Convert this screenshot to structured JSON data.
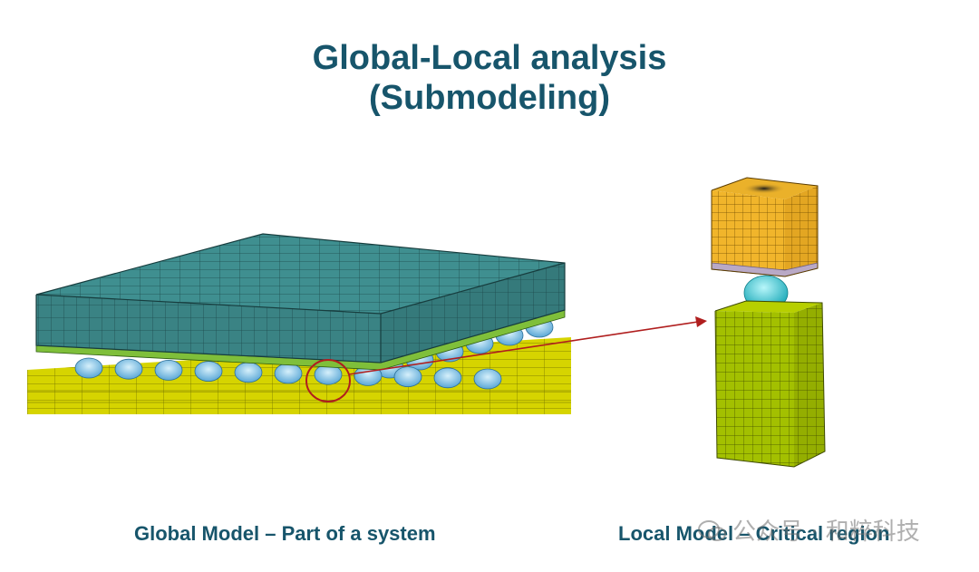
{
  "title": {
    "line1": "Global-Local analysis",
    "line2": "(Submodeling)"
  },
  "captions": {
    "global": "Global Model – Part of a system",
    "local": "Local Model – Critical region"
  },
  "watermark": {
    "text": "公众号 · 和粹科技",
    "icon": "wechat-icon"
  },
  "colors": {
    "title": "#17556b",
    "chip": "#3f8f90",
    "substrate": "#d8d800",
    "solder_ball": "#7fc8ec",
    "local_top": "#f1b52b",
    "local_ball": "#41d4dc",
    "local_bottom": "#a3c000",
    "arrow": "#b01e1e"
  }
}
